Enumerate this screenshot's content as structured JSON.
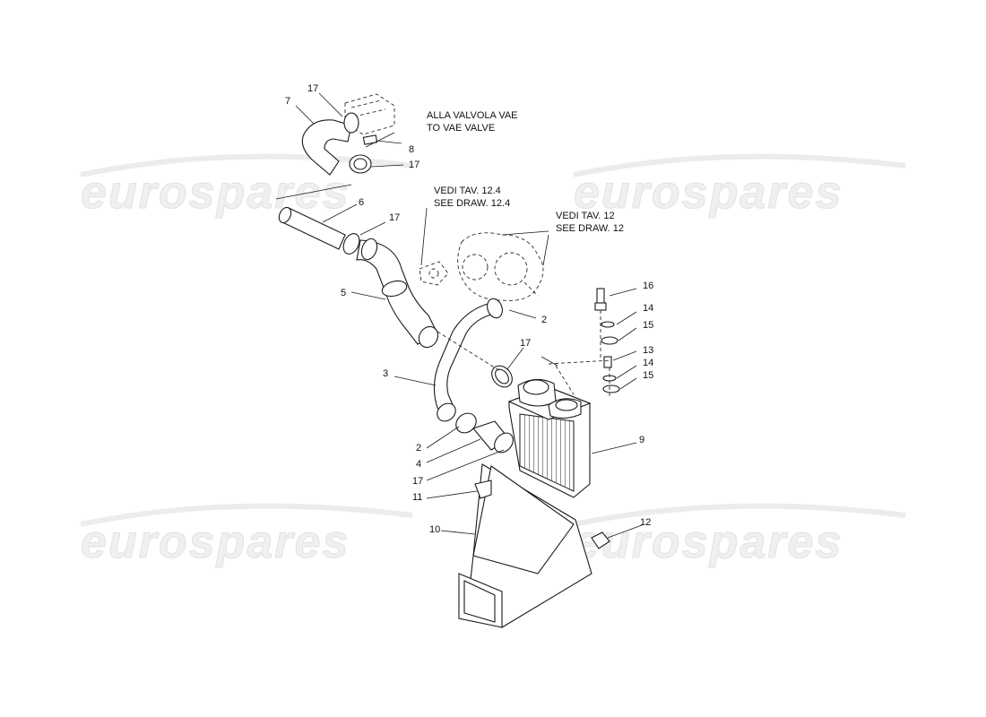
{
  "watermark": {
    "text": "eurospares"
  },
  "notes": {
    "vae": [
      "ALLA VALVOLA VAE",
      "TO VAE VALVE"
    ],
    "draw124": [
      "VEDI TAV. 12.4",
      "SEE DRAW. 12.4"
    ],
    "draw12": [
      "VEDI TAV. 12",
      "SEE DRAW. 12"
    ]
  },
  "callouts": [
    {
      "id": "c17a",
      "label": "17"
    },
    {
      "id": "c7",
      "label": "7"
    },
    {
      "id": "c8",
      "label": "8"
    },
    {
      "id": "c17b",
      "label": "17"
    },
    {
      "id": "c6",
      "label": "6"
    },
    {
      "id": "c17c",
      "label": "17"
    },
    {
      "id": "c5",
      "label": "5"
    },
    {
      "id": "c2a",
      "label": "2"
    },
    {
      "id": "c16",
      "label": "16"
    },
    {
      "id": "c14a",
      "label": "14"
    },
    {
      "id": "c15a",
      "label": "15"
    },
    {
      "id": "c13",
      "label": "13"
    },
    {
      "id": "c14b",
      "label": "14"
    },
    {
      "id": "c15b",
      "label": "15"
    },
    {
      "id": "c3",
      "label": "3"
    },
    {
      "id": "c17d",
      "label": "17"
    },
    {
      "id": "c9",
      "label": "9"
    },
    {
      "id": "c2b",
      "label": "2"
    },
    {
      "id": "c4",
      "label": "4"
    },
    {
      "id": "c17e",
      "label": "17"
    },
    {
      "id": "c11",
      "label": "11"
    },
    {
      "id": "c10",
      "label": "10"
    },
    {
      "id": "c12",
      "label": "12"
    }
  ]
}
